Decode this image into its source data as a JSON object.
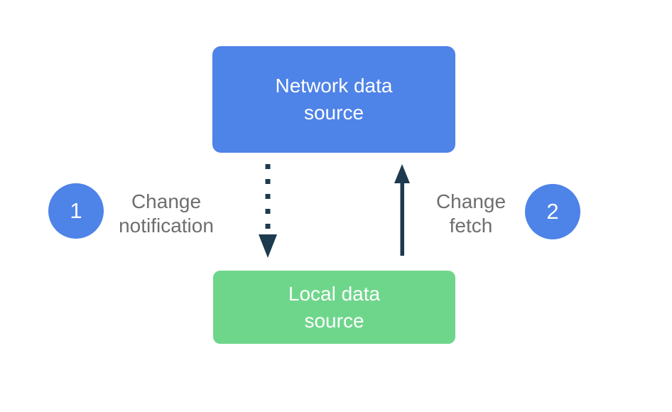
{
  "colors": {
    "network_box": "#4e83e8",
    "local_box": "#6ed68b",
    "arrow": "#1d3a4e",
    "label_text": "#6e6e6e",
    "box_text": "#ffffff",
    "badge_bg": "#4e83e8",
    "badge_text": "#ffffff",
    "canvas_bg": "#ffffff"
  },
  "diagram": {
    "nodes": {
      "network": {
        "label": "Network data source"
      },
      "local": {
        "label": "Local data source"
      }
    },
    "edges": [
      {
        "badge": "1",
        "label": "Change notification",
        "style": "dotted",
        "direction": "down",
        "from": "network",
        "to": "local"
      },
      {
        "badge": "2",
        "label": "Change fetch",
        "style": "solid",
        "direction": "up",
        "from": "local",
        "to": "network"
      }
    ]
  }
}
